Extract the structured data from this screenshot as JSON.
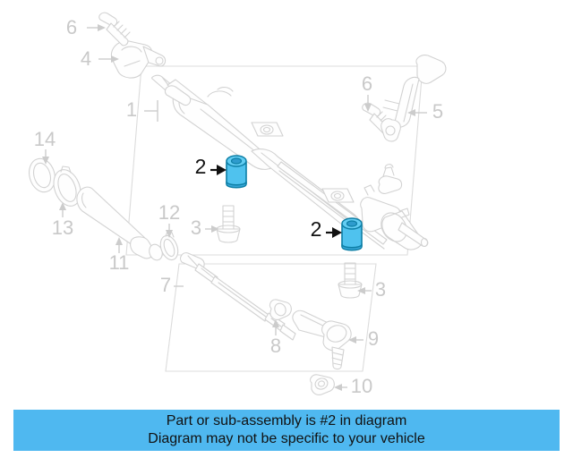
{
  "diagram": {
    "title": "Steering gear and linkage exploded parts diagram",
    "highlight_color": "#4FC2EE",
    "line_color": "#d2d2d2",
    "callouts": [
      {
        "id": "callout-6-left",
        "number": "6",
        "part": "bolt",
        "highlighted": false
      },
      {
        "id": "callout-4",
        "number": "4",
        "part": "heat-shield-bracket",
        "highlighted": false
      },
      {
        "id": "callout-1",
        "number": "1",
        "part": "steering-gear-assembly",
        "highlighted": false
      },
      {
        "id": "callout-6-right",
        "number": "6",
        "part": "bolt",
        "highlighted": false
      },
      {
        "id": "callout-5",
        "number": "5",
        "part": "bracket",
        "highlighted": false
      },
      {
        "id": "callout-2-upper",
        "number": "2",
        "part": "mount-bushing",
        "highlighted": true
      },
      {
        "id": "callout-2-lower",
        "number": "2",
        "part": "mount-bushing",
        "highlighted": true
      },
      {
        "id": "callout-14",
        "number": "14",
        "part": "o-ring",
        "highlighted": false
      },
      {
        "id": "callout-13",
        "number": "13",
        "part": "boot-clamp-large",
        "highlighted": false
      },
      {
        "id": "callout-11",
        "number": "11",
        "part": "steering-rack-boot",
        "highlighted": false
      },
      {
        "id": "callout-12",
        "number": "12",
        "part": "boot-clamp-small",
        "highlighted": false
      },
      {
        "id": "callout-3-left",
        "number": "3",
        "part": "bolt",
        "highlighted": false
      },
      {
        "id": "callout-3-right",
        "number": "3",
        "part": "bolt",
        "highlighted": false
      },
      {
        "id": "callout-7",
        "number": "7",
        "part": "tie-rod-assembly",
        "highlighted": false
      },
      {
        "id": "callout-8",
        "number": "8",
        "part": "jam-nut",
        "highlighted": false
      },
      {
        "id": "callout-9",
        "number": "9",
        "part": "outer-tie-rod-end",
        "highlighted": false
      },
      {
        "id": "callout-10",
        "number": "10",
        "part": "castle-nut",
        "highlighted": false
      }
    ],
    "labels": {
      "n1": "1",
      "n2a": "2",
      "n2b": "2",
      "n3a": "3",
      "n3b": "3",
      "n4": "4",
      "n5": "5",
      "n6a": "6",
      "n6b": "6",
      "n7": "7",
      "n8": "8",
      "n9": "9",
      "n10": "10",
      "n11": "11",
      "n12": "12",
      "n13": "13",
      "n14": "14"
    }
  },
  "banner": {
    "background_color": "#4FB8F0",
    "line1": "Part or sub-assembly is #2 in diagram",
    "line2": "Diagram may not be specific to your vehicle"
  }
}
